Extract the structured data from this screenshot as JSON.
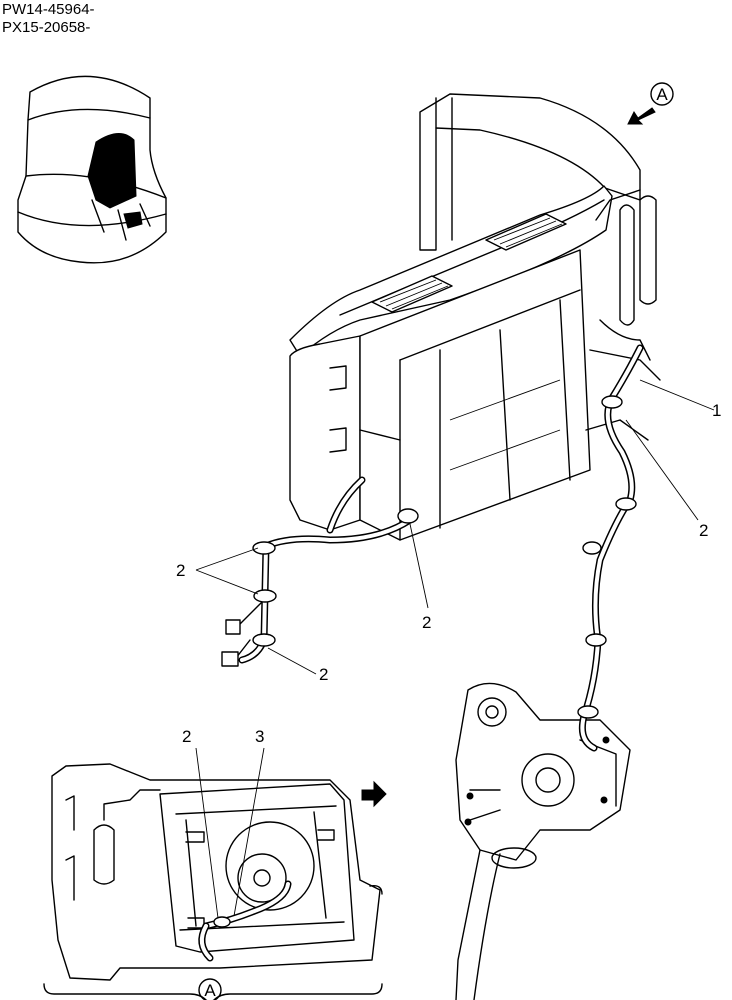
{
  "header": {
    "line1": "PW14-45964-",
    "line2": "PX15-20658-"
  },
  "callouts": {
    "c1": "1",
    "c2_right": "2",
    "c2_left": "2",
    "c2_center": "2",
    "c2_lower": "2",
    "inset_c2": "2",
    "inset_c3": "3"
  },
  "views": {
    "view_marker_top": "A",
    "view_marker_bottom": "A"
  },
  "icons": {
    "view_arrow_top": "view-direction-arrow-icon",
    "view_arrow_inset": "view-direction-arrow-icon"
  }
}
